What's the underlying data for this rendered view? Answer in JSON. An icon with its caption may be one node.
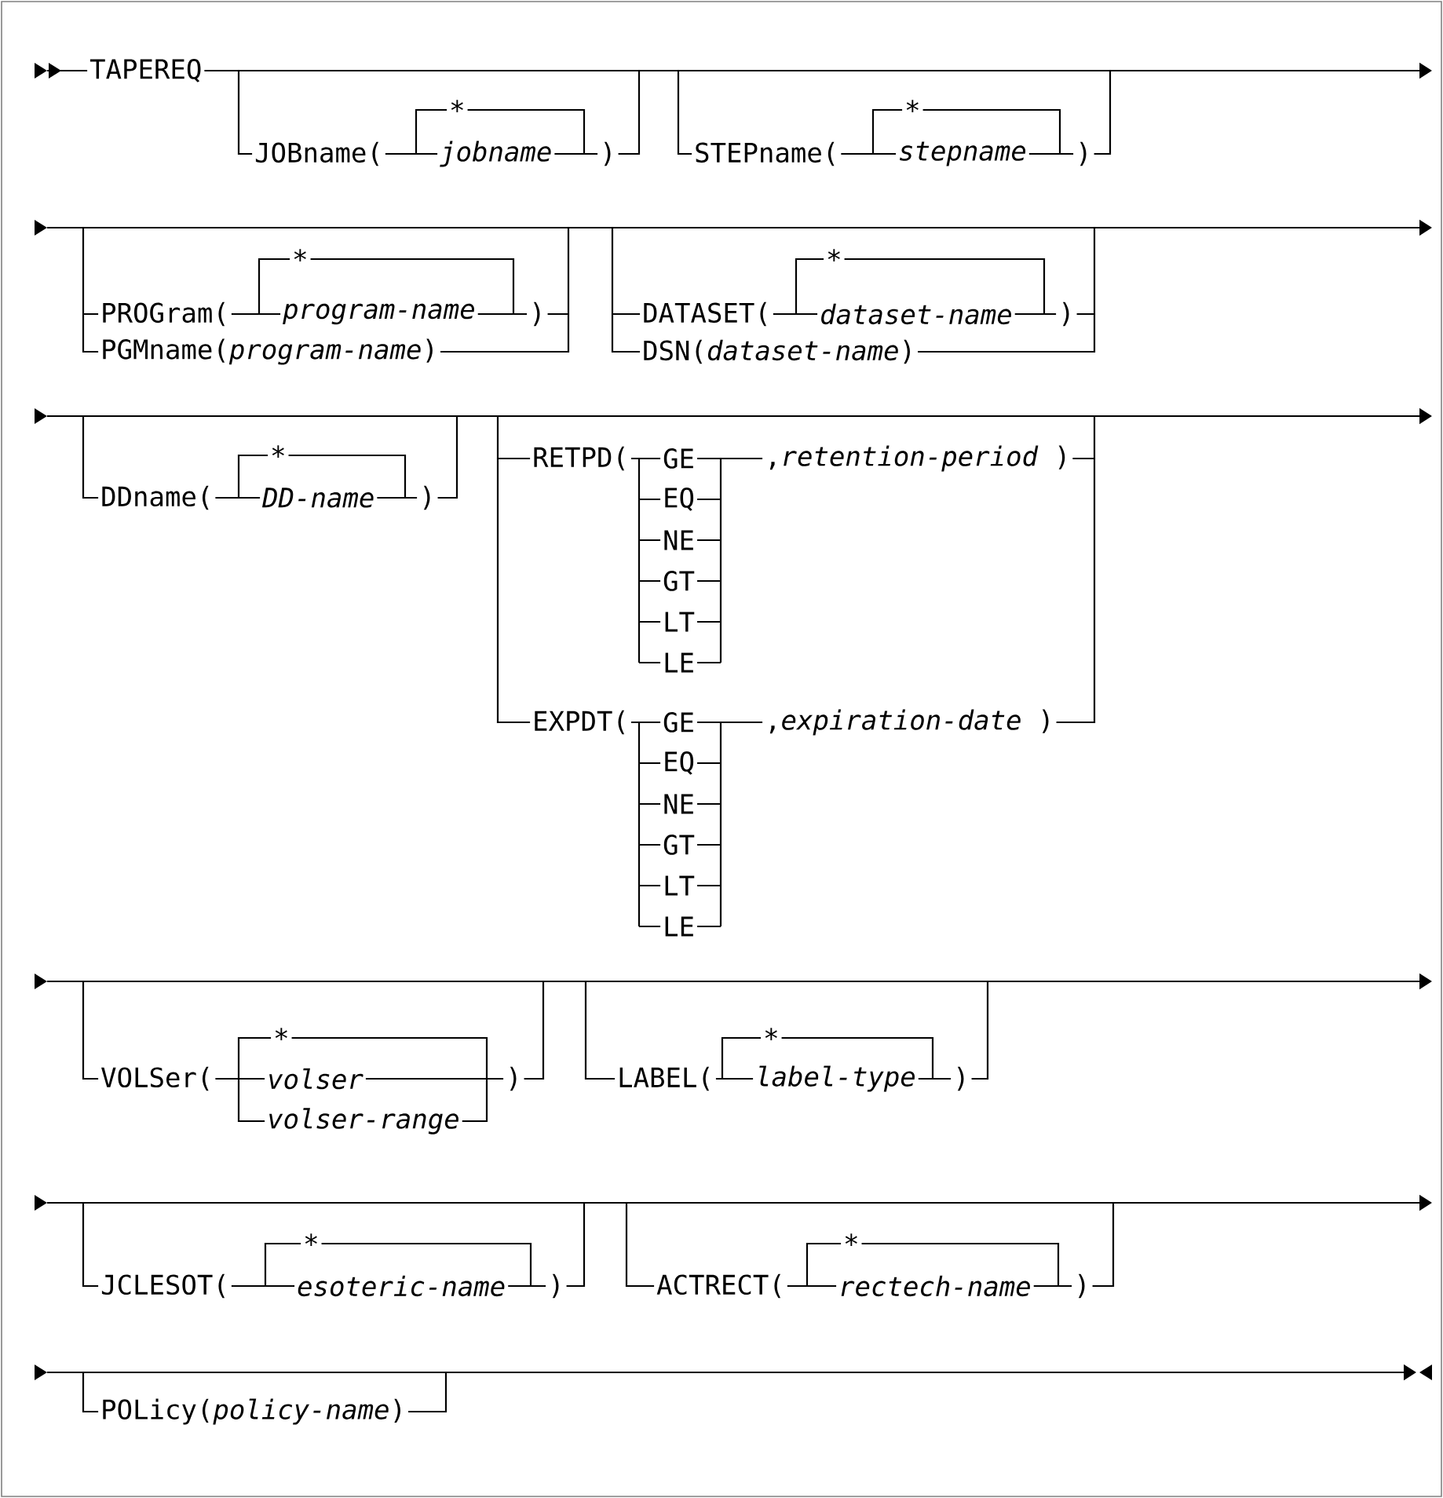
{
  "diagram": {
    "labels": [
      "TAPEREQ",
      "JOBname(",
      "*",
      "jobname",
      ")",
      "STEPname(",
      "*",
      "stepname",
      ")",
      "PROGram(",
      "*",
      "program-name",
      ")",
      "PGMname(*program-name*)",
      "DATASET(",
      "*",
      "dataset-name",
      ")",
      "DSN(*dataset-name*)",
      "DDname(",
      "*",
      "DD-name",
      ")",
      "RETPD(",
      "GE",
      "EQ",
      "NE",
      "GT",
      "LT",
      "LE",
      ",*retention-period* )",
      "EXPDT(",
      "GE",
      "EQ",
      "NE",
      "GT",
      "LT",
      "LE",
      ",*expiration-date* )",
      "VOLSer(",
      "*",
      "volser",
      "volser-range",
      ")",
      "LABEL(",
      "*",
      "label-type",
      ")",
      "JCLESOT(",
      "*",
      "esoteric-name",
      ")",
      "ACTRECT(",
      "*",
      "rectech-name",
      ")",
      "POLicy(*policy-name*)"
    ]
  }
}
